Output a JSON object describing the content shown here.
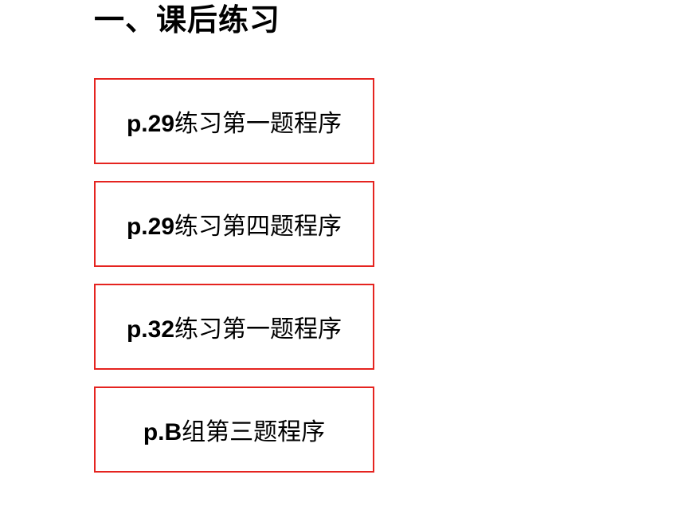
{
  "slide": {
    "title": "一、课后练习",
    "accent_color": "#e52420",
    "links": [
      {
        "code": "p.29",
        "text": "练习第一题程序"
      },
      {
        "code": "p.29",
        "text": "练习第四题程序"
      },
      {
        "code": "p.32",
        "text": "练习第一题程序"
      },
      {
        "code": "p.B",
        "text": "组第三题程序"
      }
    ]
  }
}
